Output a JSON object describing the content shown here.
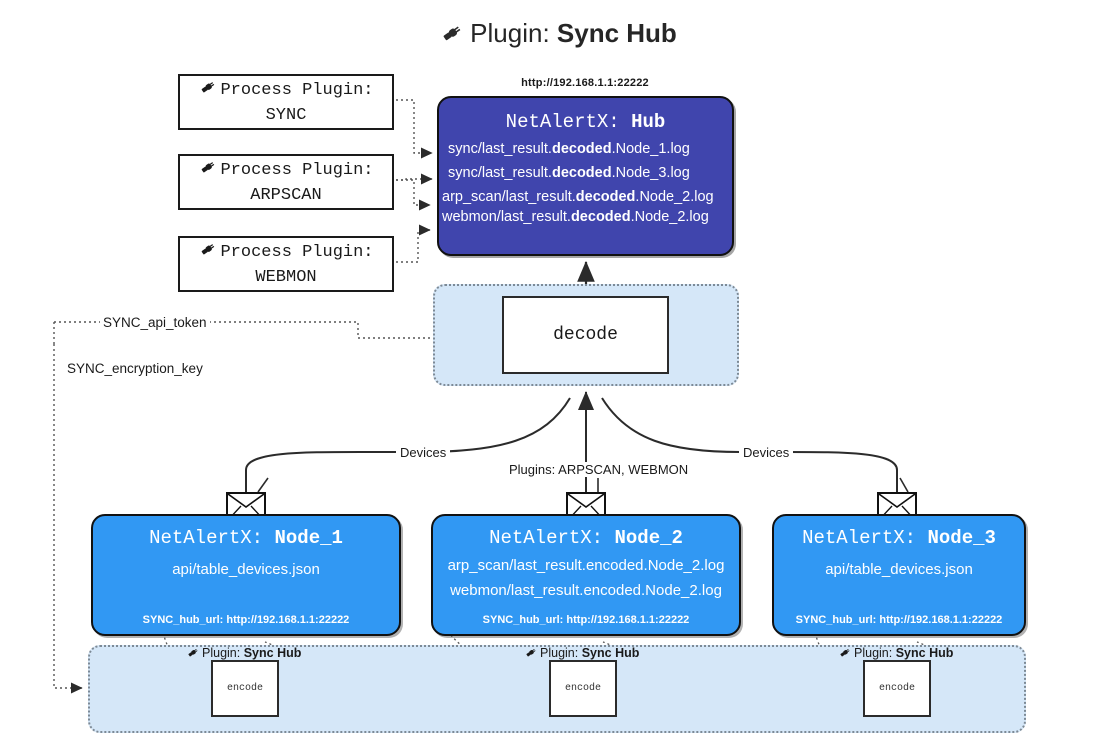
{
  "title": {
    "icon": "plug-icon",
    "prefix": "Plugin:",
    "name": "Sync Hub"
  },
  "process_plugins": [
    {
      "label": "Process Plugin:",
      "name": "SYNC"
    },
    {
      "label": "Process Plugin:",
      "name": "ARPSCAN"
    },
    {
      "label": "Process Plugin:",
      "name": "WEBMON"
    }
  ],
  "hub": {
    "url": "http://192.168.1.1:22222",
    "title_prefix": "NetAlertX:",
    "title_name": "Hub",
    "color": "#4045ad",
    "logs": [
      {
        "pre": "sync/last_result.",
        "bold": "decoded",
        "post": ".Node_1.log"
      },
      {
        "pre": "sync/last_result.",
        "bold": "decoded",
        "post": ".Node_3.log"
      },
      {
        "pre": "arp_scan/last_result.",
        "bold": "decoded",
        "post": ".Node_2.log"
      },
      {
        "pre": "webmon/last_result.",
        "bold": "decoded",
        "post": ".Node_2.log"
      }
    ]
  },
  "decode": {
    "label": "decode",
    "container_color": "#d5e7f8"
  },
  "tokens": {
    "api_token": "SYNC_api_token",
    "encryption_key": "SYNC_encryption_key"
  },
  "edge_labels": {
    "devices_left": "Devices",
    "devices_right": "Devices",
    "plugins_center": "Plugins: ARPSCAN, WEBMON"
  },
  "nodes": [
    {
      "title_prefix": "NetAlertX:",
      "title_name": "Node_1",
      "lines": [
        "api/table_devices.json"
      ],
      "footer": "SYNC_hub_url: http://192.168.1.1:22222",
      "color": "#3198f3"
    },
    {
      "title_prefix": "NetAlertX:",
      "title_name": "Node_2",
      "lines": [
        "arp_scan/last_result.encoded.Node_2.log",
        "webmon/last_result.encoded.Node_2.log"
      ],
      "footer": "SYNC_hub_url: http://192.168.1.1:22222",
      "color": "#3198f3"
    },
    {
      "title_prefix": "NetAlertX:",
      "title_name": "Node_3",
      "lines": [
        "api/table_devices.json"
      ],
      "footer": "SYNC_hub_url: http://192.168.1.1:22222",
      "color": "#3198f3"
    }
  ],
  "sync_hub_sections": [
    {
      "plugin_prefix": "Plugin:",
      "plugin_name": "Sync Hub",
      "encode_label": "encode"
    },
    {
      "plugin_prefix": "Plugin:",
      "plugin_name": "Sync Hub",
      "encode_label": "encode"
    },
    {
      "plugin_prefix": "Plugin:",
      "plugin_name": "Sync Hub",
      "encode_label": "encode"
    }
  ]
}
